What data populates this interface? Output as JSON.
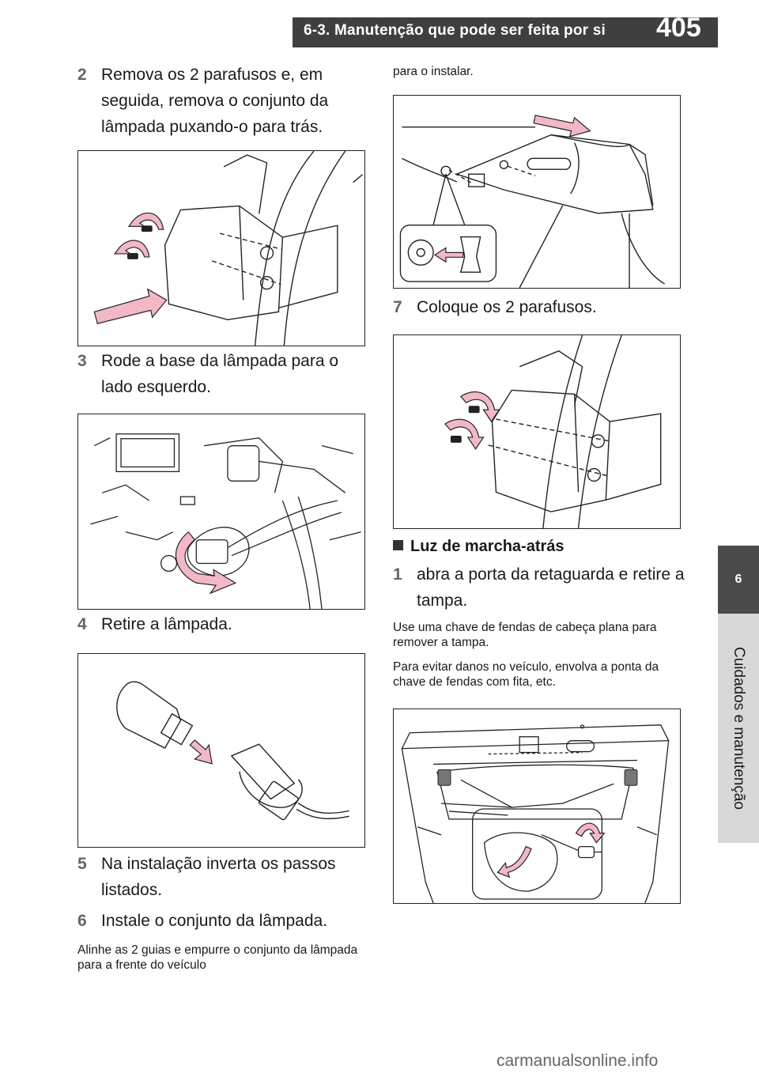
{
  "header": {
    "section_title": "6-3. Manutenção que pode ser feita por si",
    "page_number": "405"
  },
  "side_tab": {
    "chapter_number": "6",
    "chapter_title": "Cuidados e manutenção"
  },
  "left_column": {
    "step2": {
      "num": "2",
      "text": "Remova os 2 parafusos e, em seguida, remova o conjunto da lâmpada puxando-o para trás."
    },
    "step3": {
      "num": "3",
      "text": "Rode a base da lâmpada para o lado esquerdo."
    },
    "step4": {
      "num": "4",
      "text": "Retire a lâmpada."
    },
    "step5": {
      "num": "5",
      "text": "Na instalação inverta os passos listados."
    },
    "step6": {
      "num": "6",
      "text": "Instale o conjunto da lâmpada."
    },
    "note6": "Alinhe as 2 guias e empurre o conjunto da lâmpada para a frente do veículo"
  },
  "right_column": {
    "note6_cont": "para o instalar.",
    "step7": {
      "num": "7",
      "text": "Coloque os 2 parafusos."
    },
    "section_heading": "Luz de marcha-atrás",
    "step1": {
      "num": "1",
      "text": "abra a porta da retaguarda e retire a tampa."
    },
    "note1a": "Use uma chave de fendas de cabeça plana para remover a tampa.",
    "note1b": "Para evitar danos no veículo, envolva a ponta da chave de fendas com fita, etc."
  },
  "colors": {
    "header_bar": "#3f3f3f",
    "side_tab_dark": "#4a4a4a",
    "side_tab_light": "#d8d8d8",
    "arrow_pink": "#f2b8c6"
  },
  "footer": {
    "watermark": "carmanualsonline.info"
  }
}
